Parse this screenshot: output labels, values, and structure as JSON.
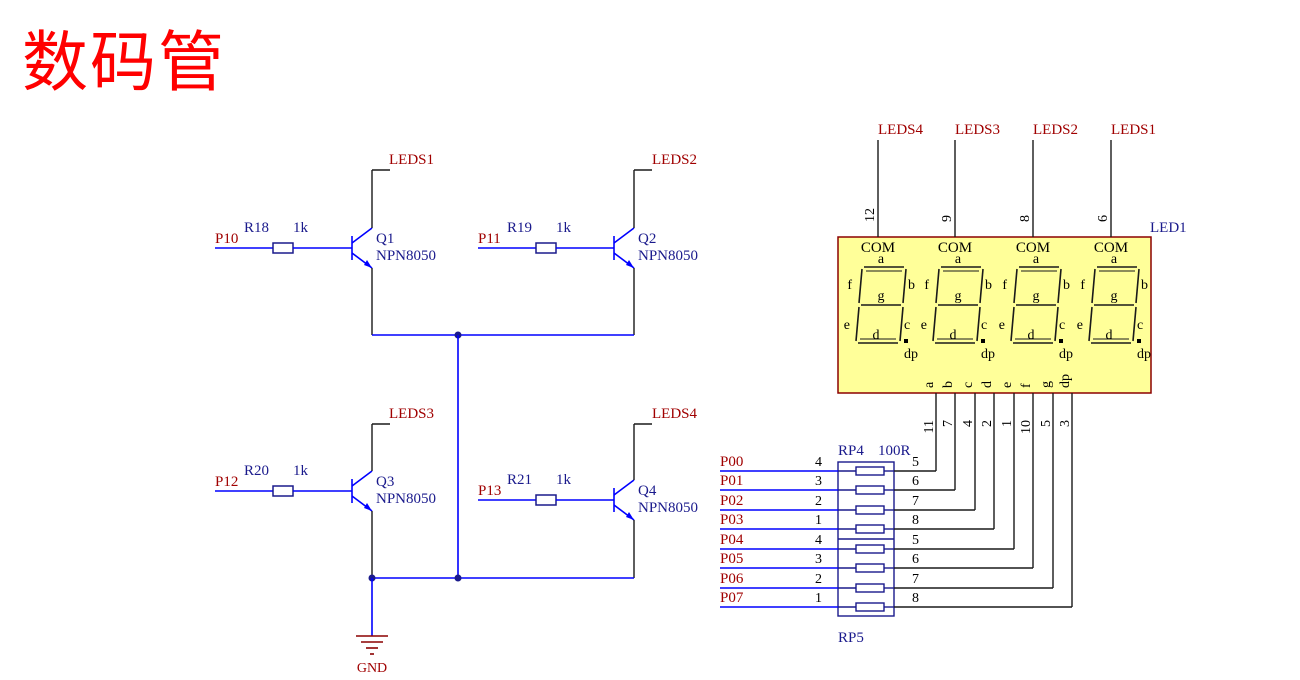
{
  "title": "数码管",
  "transistors": [
    {
      "ref": "Q1",
      "part": "NPN8050",
      "input_net": "P10",
      "resistor": "R18",
      "resistor_value": "1k",
      "collector_net": "LEDS1"
    },
    {
      "ref": "Q2",
      "part": "NPN8050",
      "input_net": "P11",
      "resistor": "R19",
      "resistor_value": "1k",
      "collector_net": "LEDS2"
    },
    {
      "ref": "Q3",
      "part": "NPN8050",
      "input_net": "P12",
      "resistor": "R20",
      "resistor_value": "1k",
      "collector_net": "LEDS3"
    },
    {
      "ref": "Q4",
      "part": "NPN8050",
      "input_net": "P13",
      "resistor": "R21",
      "resistor_value": "1k",
      "collector_net": "LEDS4"
    }
  ],
  "ground_label": "GND",
  "display": {
    "ref": "LED1",
    "body_color": "#ffff99",
    "com_label": "COM",
    "com_nets": [
      "LEDS4",
      "LEDS3",
      "LEDS2",
      "LEDS1"
    ],
    "com_pins": [
      "12",
      "9",
      "8",
      "6"
    ],
    "segment_labels": {
      "a": "a",
      "b": "b",
      "c": "c",
      "d": "d",
      "e": "e",
      "f": "f",
      "g": "g",
      "dp": "dp"
    },
    "bottom_pins": [
      {
        "segment": "a",
        "pin": "11"
      },
      {
        "segment": "b",
        "pin": "7"
      },
      {
        "segment": "c",
        "pin": "4"
      },
      {
        "segment": "d",
        "pin": "2"
      },
      {
        "segment": "e",
        "pin": "1"
      },
      {
        "segment": "f",
        "pin": "10"
      },
      {
        "segment": "g",
        "pin": "5"
      },
      {
        "segment": "dp",
        "pin": "3"
      }
    ]
  },
  "resistor_networks": [
    {
      "ref": "RP4",
      "value": "100R"
    },
    {
      "ref": "RP5",
      "value": ""
    }
  ],
  "port_nets": [
    "P00",
    "P01",
    "P02",
    "P03",
    "P04",
    "P05",
    "P06",
    "P07"
  ],
  "network_left_pins": [
    "4",
    "3",
    "2",
    "1",
    "4",
    "3",
    "2",
    "1"
  ],
  "network_right_pins": [
    "5",
    "6",
    "7",
    "8",
    "5",
    "6",
    "7",
    "8"
  ],
  "colors": {
    "wire": "#0000ff",
    "net_label": "#a00000",
    "ref_label": "#1a1a8c",
    "title": "#ff0000",
    "junction": "#1a1a8c"
  }
}
